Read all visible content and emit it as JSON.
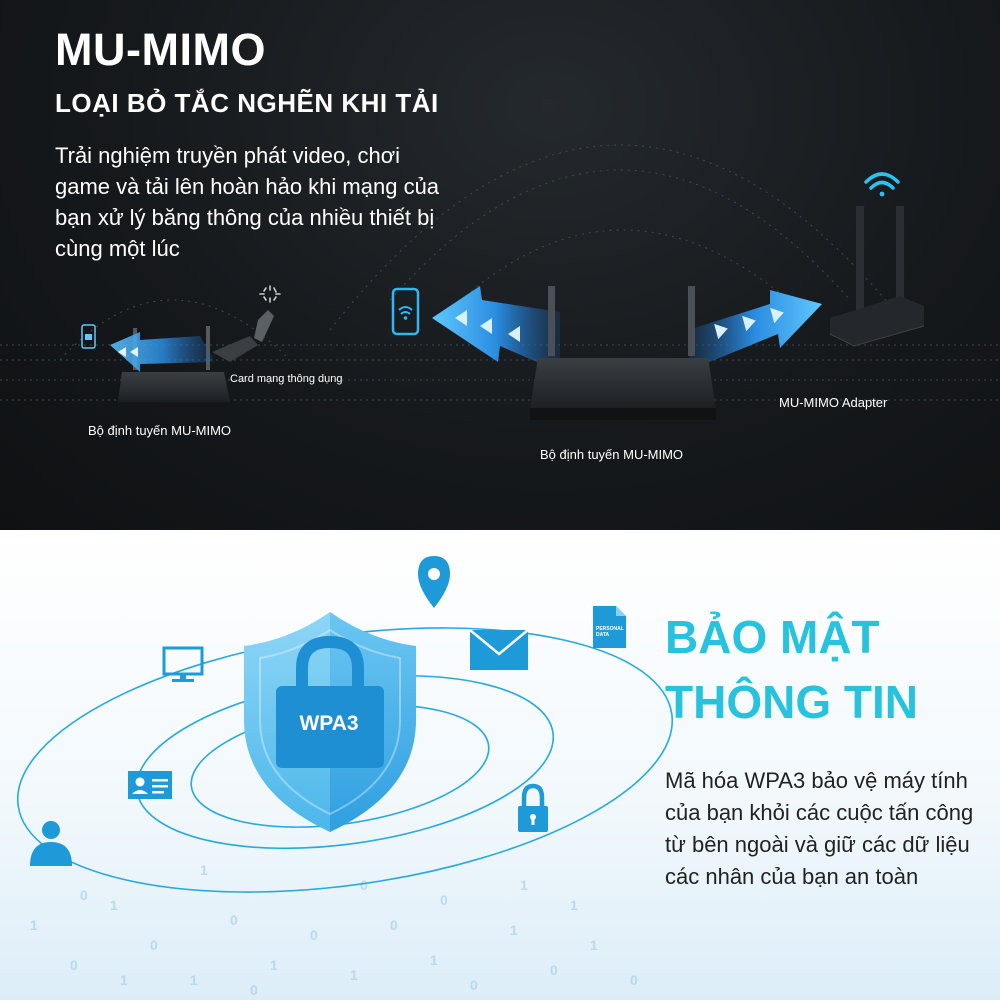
{
  "mu_mimo": {
    "title": "MU-MIMO",
    "subtitle": "LOẠI BỎ TẮC NGHẼN KHI TẢI",
    "description": "Trải nghiệm truyền phát video, chơi game và tải lên hoàn hảo khi mạng của bạn xử lý băng thông của nhiều thiết bị cùng một lúc",
    "labels": {
      "common_card": "Card mạng thông dụng",
      "router_small": "Bộ định tuyến MU-MIMO",
      "router_main": "Bộ định tuyến MU-MIMO",
      "adapter": "MU-MIMO Adapter"
    }
  },
  "security": {
    "title_line1": "BẢO MẬT",
    "title_line2": "THÔNG TIN",
    "description": "Mã hóa WPA3 bảo vệ máy tính của bạn khỏi các cuộc tấn công từ bên ngoài và giữ các dữ liệu các nhân của bạn an toàn",
    "shield_label": "WPA3",
    "doc_label": "PERSONAL DATA"
  },
  "icons": [
    "wifi-icon",
    "loading-spinner-icon",
    "phone-icon",
    "usb-adapter-icon",
    "router-icon",
    "map-pin-icon",
    "envelope-icon",
    "document-icon",
    "monitor-icon",
    "id-card-icon",
    "user-icon",
    "padlock-icon",
    "shield-icon"
  ],
  "colors": {
    "accent_cyan": "#27c2de",
    "arrow_blue": "#2d8fd6",
    "icon_blue": "#23a7e0",
    "dark_bg": "#16191c"
  }
}
